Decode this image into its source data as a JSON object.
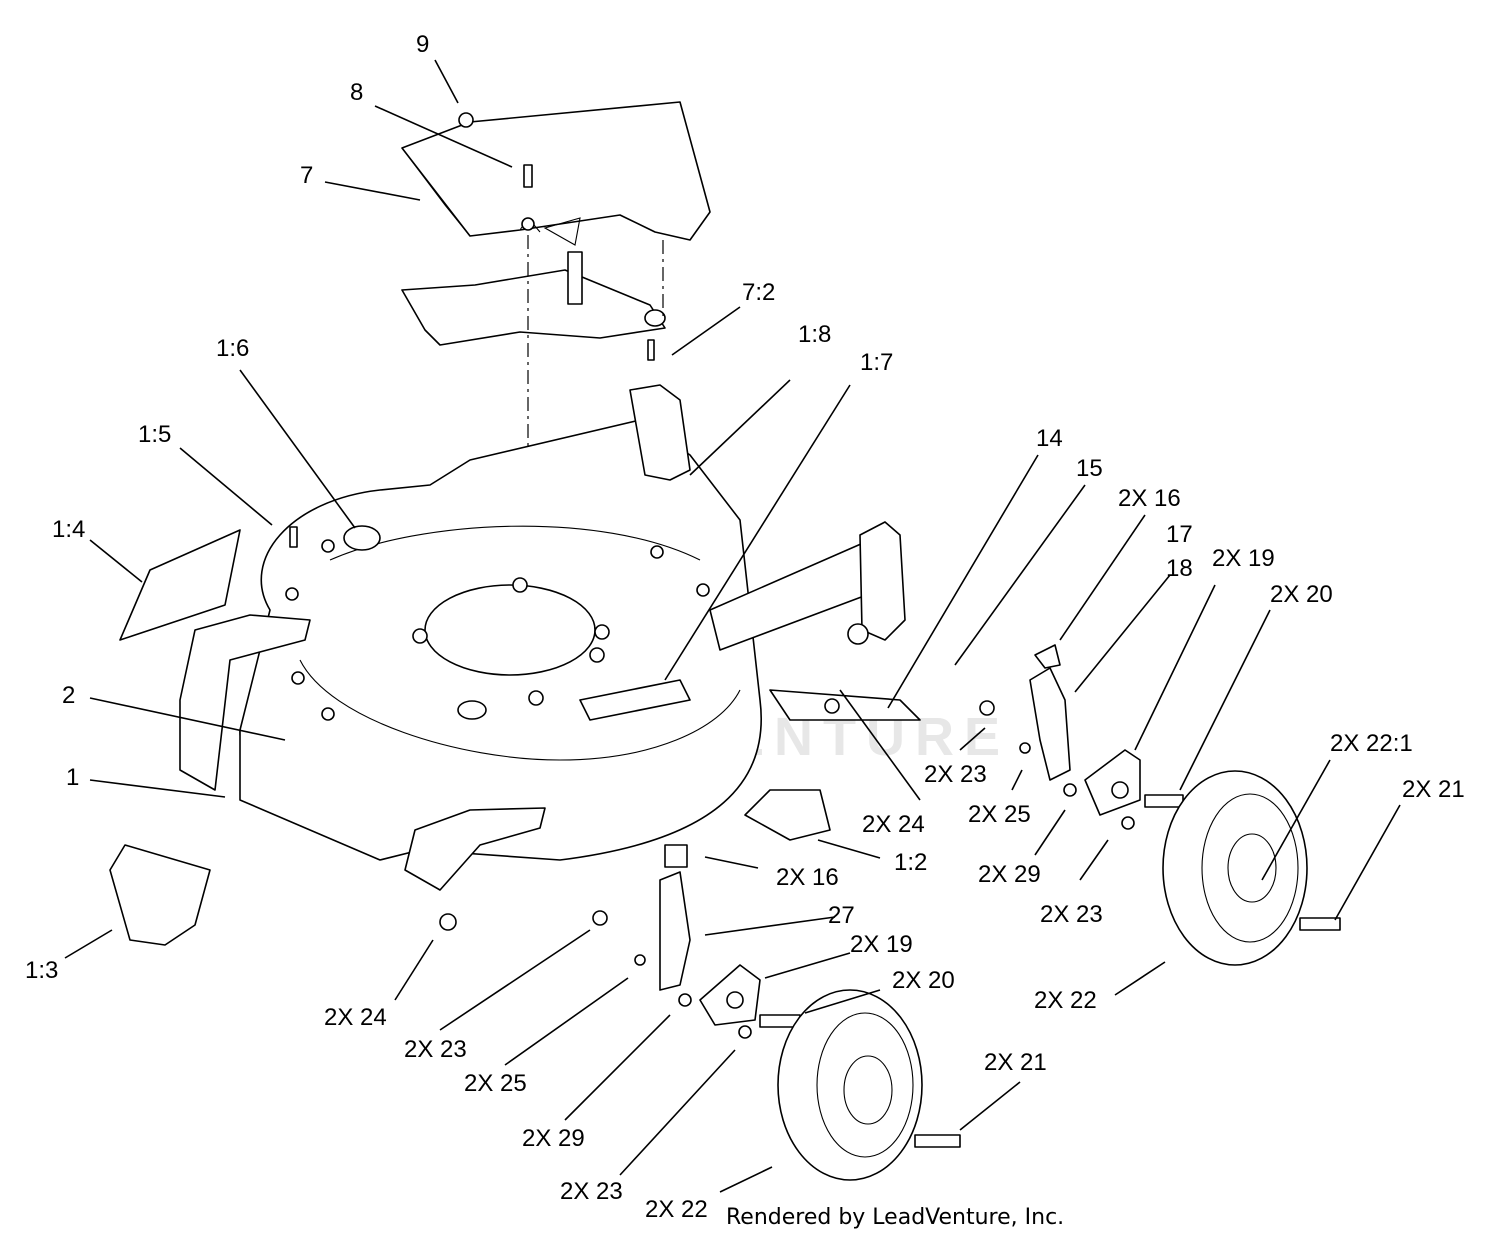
{
  "diagram": {
    "watermark": "LEADVENTURE",
    "credit": "Rendered by LeadVenture, Inc.",
    "labels": [
      "9",
      "8",
      "7",
      "7:2",
      "1:8",
      "1:7",
      "1:6",
      "1:5",
      "1:4",
      "2",
      "1",
      "1:3",
      "14",
      "15",
      "2X 16",
      "17",
      "18",
      "2X 19",
      "2X 20",
      "2X 22:1",
      "2X 21",
      "2X 23",
      "2X 25",
      "2X 24",
      "1:2",
      "2X 29",
      "2X 23",
      "2X 22",
      "2X 16",
      "27",
      "2X 19",
      "2X 20",
      "2X 24",
      "2X 23",
      "2X 25",
      "2X 21",
      "2X 29",
      "2X 23",
      "2X 22"
    ]
  }
}
